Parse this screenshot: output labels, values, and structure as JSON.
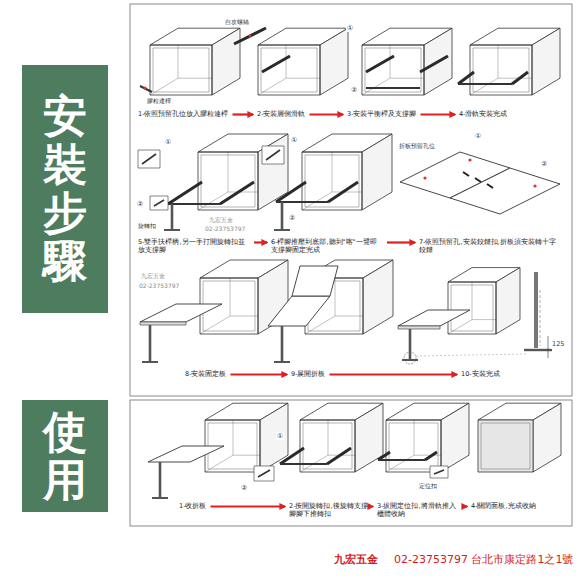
{
  "diagram": {
    "nodes": [
      {
        "text": [
          "安裝步驟"
        ]
      },
      {
        "text": [
          "使用"
        ]
      },
      {
        "text": [
          "1-依照預留孔位放入膠粒連桿"
        ]
      },
      {
        "text": [
          "2-安裝層側滑軌"
        ]
      },
      {
        "text": [
          "3-安裝平衡桿及支撐腳"
        ]
      },
      {
        "text": [
          "4-滑軌安裝完成"
        ]
      },
      {
        "text": [
          "5-雙手扶桿柄,另一手打開旋轉扣並放支撐腳"
        ]
      },
      {
        "text": [
          "6-桿腳推壓到底部,聽到\"喀\"一聲即支撐腳固定完成"
        ]
      },
      {
        "text": [
          "7-依照預留孔,安裝鉸鏈扣,折板須安裝轉十字鉸鏈"
        ]
      },
      {
        "text": [
          "8-安裝固定板"
        ]
      },
      {
        "text": [
          "9-展開折板"
        ]
      },
      {
        "text": [
          "10-安裝完成"
        ]
      },
      {
        "text": [
          "1-收折板"
        ]
      },
      {
        "text": [
          "2-按開旋轉扣,後旋轉支撐腳腳下推轉扣"
        ]
      },
      {
        "text": [
          "3-拔開定位扣,將滑軌推入櫃體收納"
        ]
      },
      {
        "text": [
          "4-關閉面板,完成收納"
        ]
      }
    ],
    "edges": [
      {
        "from": 2,
        "to": 3,
        "arrow": "to"
      },
      {
        "from": 3,
        "to": 4,
        "arrow": "to"
      },
      {
        "from": 4,
        "to": 5,
        "arrow": "to"
      },
      {
        "from": 6,
        "to": 7,
        "arrow": "to"
      },
      {
        "from": 7,
        "to": 8,
        "arrow": "to"
      },
      {
        "from": 9,
        "to": 10,
        "arrow": "to"
      },
      {
        "from": 10,
        "to": 11,
        "arrow": "to"
      },
      {
        "from": 12,
        "to": 13,
        "arrow": "to"
      },
      {
        "from": 13,
        "to": 14,
        "arrow": "to"
      },
      {
        "from": 14,
        "to": 15,
        "arrow": "to"
      }
    ],
    "labels": [
      "膠粒連桿",
      "自攻螺絲",
      "①",
      "②",
      "①",
      "②",
      "旋轉扣",
      "九宏五金",
      "02-23753797",
      "①",
      "②",
      "①",
      "②",
      "折板預留孔位",
      "九宏五金",
      "02-23753797",
      "125",
      "①",
      "②",
      "定位扣",
      "九宏五金",
      "02-23753797 台北市康定路1之1號"
    ]
  }
}
